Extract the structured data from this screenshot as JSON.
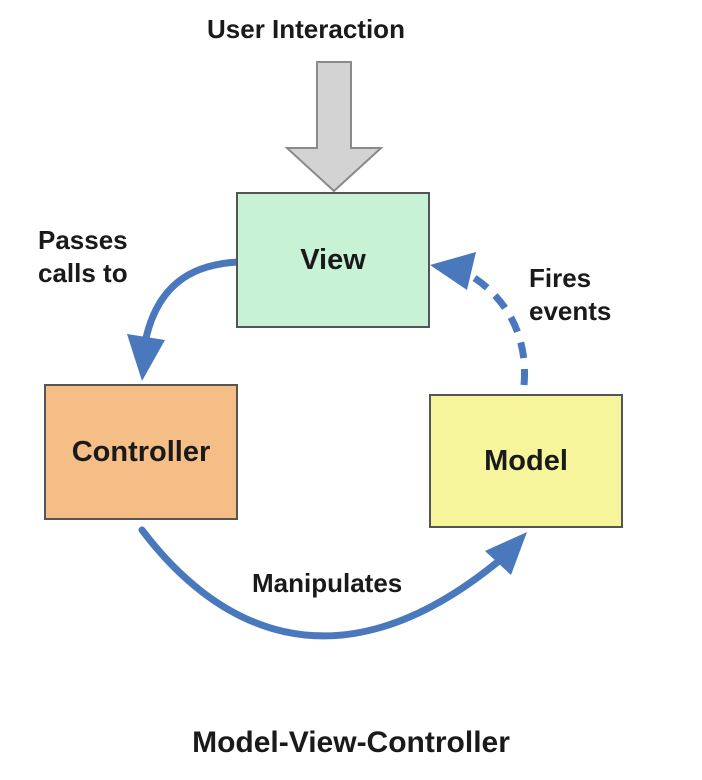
{
  "diagram": {
    "title": "Model-View-Controller",
    "nodes": {
      "view": "View",
      "controller": "Controller",
      "model": "Model"
    },
    "edges": {
      "user_input": "User Interaction",
      "view_to_controller": [
        "Passes",
        "calls to"
      ],
      "controller_to_model": "Manipulates",
      "model_to_view": [
        "Fires",
        "events"
      ]
    }
  },
  "colors": {
    "view_fill": "#c8f2d6",
    "controller_fill": "#f5be86",
    "model_fill": "#f7f59c",
    "arrow_blue": "#4a78bd",
    "input_arrow_gray": "#d3d3d3"
  }
}
